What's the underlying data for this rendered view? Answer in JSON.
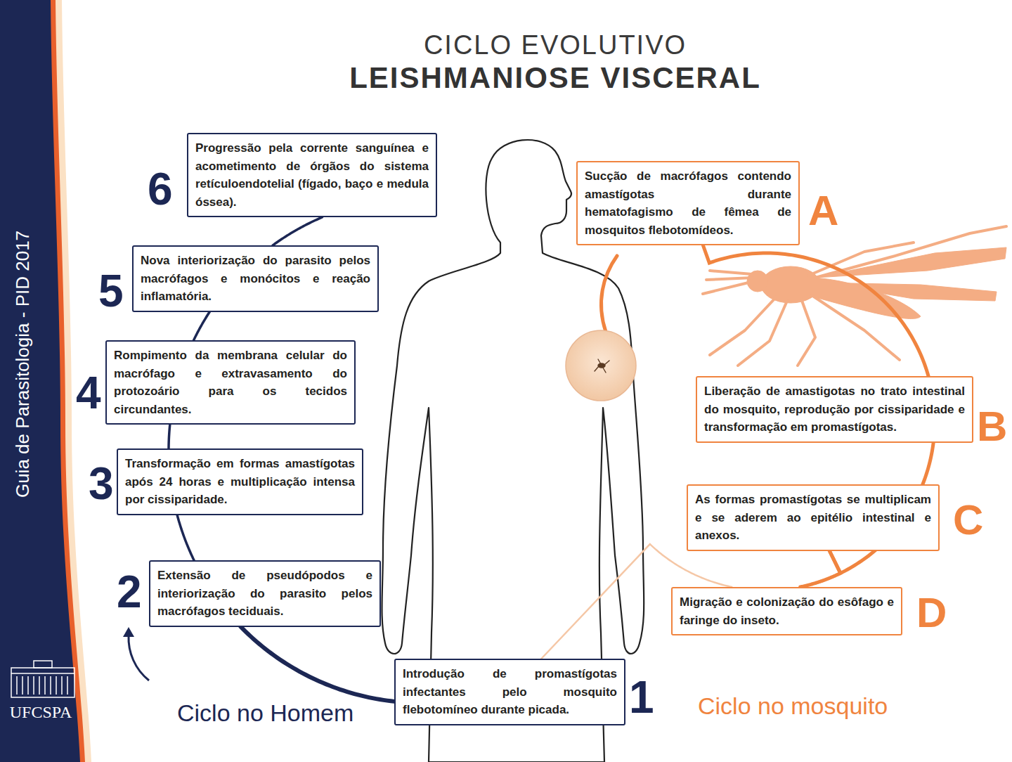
{
  "diagram": {
    "title": "LEISHMANIOSE VISCERAL",
    "nodes": [
      {
        "text": [
          "Introdução de promastígotas infectantes pelo mosquito flebotomíneo durante picada."
        ]
      },
      {
        "text": [
          "Extensão de pseudópodos e interiorização do parasito pelos macrófagos teciduais."
        ]
      },
      {
        "text": [
          "Transformação em formas amastígotas após 24 horas e multiplicação intensa por cissiparidade."
        ]
      },
      {
        "text": [
          "Rompimento da membrana celular do macrófago e extravasamento do protozoário para os tecidos circundantes."
        ]
      },
      {
        "text": [
          "Nova interiorização do parasito pelos macrófagos e monócitos e reação inflamatória."
        ]
      },
      {
        "text": [
          "Progressão pela corrente sanguínea e acometimento de órgãos do sistema retículoendotelial (fígado, baço e medula óssea)."
        ]
      },
      {
        "text": [
          "Sucção de macrófagos contendo amastígotas durante hematofagismo de fêmea de mosquitos flebotomídeos."
        ]
      },
      {
        "text": [
          "Liberação de amastigotas no trato intestinal do mosquito, reprodução por cissiparidade e transformação em promastígotas."
        ]
      },
      {
        "text": [
          "As formas promastígotas se multiplicam e se aderem ao epitélio intestinal e anexos."
        ]
      },
      {
        "text": [
          "Migração e colonização do esôfago e faringe do inseto."
        ]
      }
    ],
    "edges": [
      {
        "from": 0,
        "to": 1,
        "arrow": "none"
      },
      {
        "from": 1,
        "to": 2,
        "arrow": "none"
      },
      {
        "from": 2,
        "to": 3,
        "arrow": "none"
      },
      {
        "from": 3,
        "to": 4,
        "arrow": "none"
      },
      {
        "from": 4,
        "to": 5,
        "arrow": "none"
      },
      {
        "from": 6,
        "to": 7,
        "arrow": "none"
      },
      {
        "from": 7,
        "to": 8,
        "arrow": "none"
      },
      {
        "from": 8,
        "to": 9,
        "arrow": "none"
      },
      {
        "from": 9,
        "to": 0,
        "arrow": "none"
      }
    ],
    "labels": [
      "CICLO EVOLUTIVO",
      "Guia de Parasitologia - PID 2017",
      "UFCSPA",
      "6",
      "5",
      "4",
      "3",
      "2",
      "1",
      "A",
      "B",
      "C",
      "D",
      "Ciclo no Homem",
      "Ciclo no mosquito"
    ]
  }
}
